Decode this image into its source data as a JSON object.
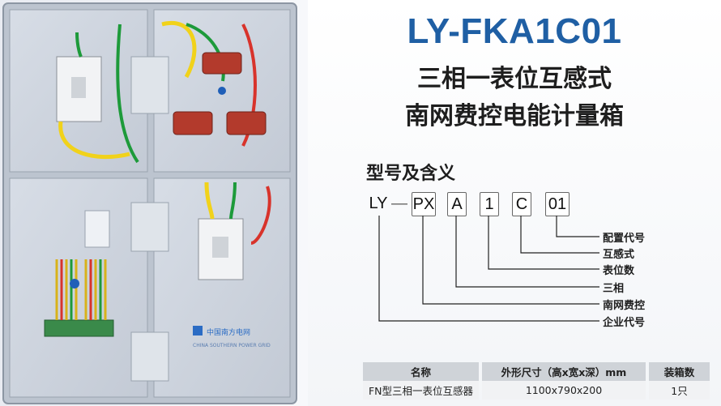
{
  "title": "LY-FKA1C01",
  "subtitle_line1": "三相一表位互感式",
  "subtitle_line2": "南网费控电能计量箱",
  "model_heading": "型号及含义",
  "model_code": {
    "prefix": "LY",
    "dash": "—",
    "segments": [
      "PX",
      "A",
      "1",
      "C",
      "01"
    ]
  },
  "legend": [
    "配置代号",
    "互感式",
    "表位数",
    "三相",
    "南网费控",
    "企业代号"
  ],
  "photo": {
    "logo_text": "中国南方电网",
    "logo_sub": "CHINA SOUTHERN POWER GRID"
  },
  "spec_table": {
    "headers": [
      "名称",
      "外形尺寸（高x宽x深）mm",
      "装箱数"
    ],
    "rows": [
      [
        "FN型三相一表位互感器",
        "1100x790x200",
        "1只"
      ]
    ]
  },
  "colors": {
    "title": "#1f5fa4",
    "table_header": "#cfd3d8",
    "table_row": "#f1f2f4"
  }
}
